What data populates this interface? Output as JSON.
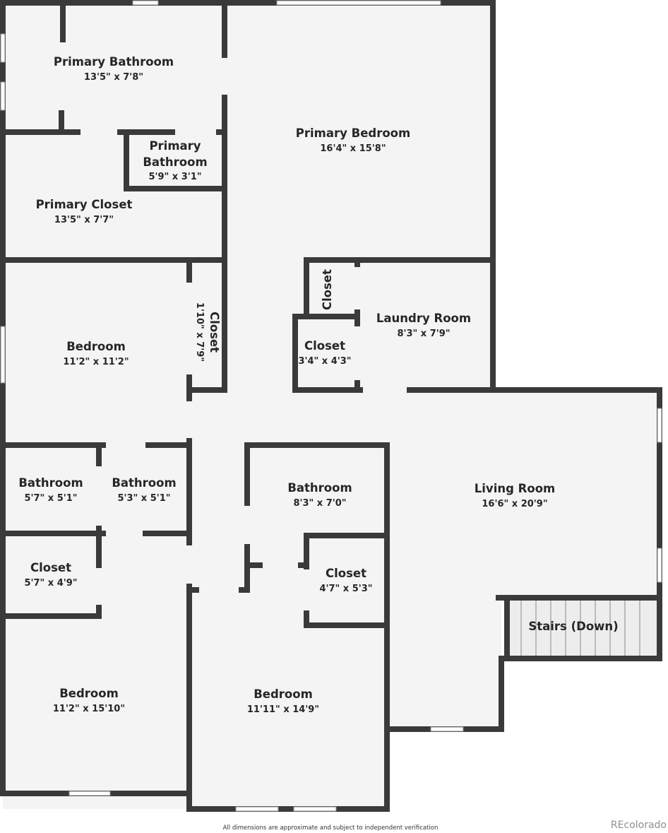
{
  "rooms": {
    "primary_bathroom": {
      "name": "Primary Bathroom",
      "dim": "13'5\" x 7'8\""
    },
    "primary_bedroom": {
      "name": "Primary Bedroom",
      "dim": "16'4\" x 15'8\""
    },
    "primary_bathroom_small": {
      "name_line1": "Primary",
      "name_line2": "Bathroom",
      "dim": "5'9\" x 3'1\""
    },
    "primary_closet": {
      "name": "Primary Closet",
      "dim": "13'5\" x 7'7\""
    },
    "closet_vertical_a": {
      "name": "Closet"
    },
    "laundry_room": {
      "name": "Laundry Room",
      "dim": "8'3\" x 7'9\""
    },
    "bedroom_1": {
      "name": "Bedroom",
      "dim": "11'2\" x 11'2\""
    },
    "closet_rotated_b": {
      "name": "Closet",
      "dim": "1'10\" x 7'9\""
    },
    "closet_c": {
      "name": "Closet",
      "dim": "3'4\" x 4'3\""
    },
    "bathroom_1": {
      "name": "Bathroom",
      "dim": "5'7\" x 5'1\""
    },
    "bathroom_2": {
      "name": "Bathroom",
      "dim": "5'3\" x 5'1\""
    },
    "bathroom_3": {
      "name": "Bathroom",
      "dim": "8'3\" x 7'0\""
    },
    "living_room": {
      "name": "Living Room",
      "dim": "16'6\" x 20'9\""
    },
    "closet_d": {
      "name": "Closet",
      "dim": "5'7\" x 4'9\""
    },
    "closet_e": {
      "name": "Closet",
      "dim": "4'7\" x 5'3\""
    },
    "stairs": {
      "name": "Stairs (Down)"
    },
    "bedroom_2": {
      "name": "Bedroom",
      "dim": "11'2\" x 15'10\""
    },
    "bedroom_3": {
      "name": "Bedroom",
      "dim": "11'11\" x 14'9\""
    }
  },
  "footer": {
    "disclaimer": "All dimensions are approximate and subject to independent verification",
    "brand": "REcolorado"
  },
  "colors": {
    "wall": "#3a3a3a",
    "floor": "#f4f4f4",
    "text": "#262626",
    "opening": "#ffffff"
  }
}
